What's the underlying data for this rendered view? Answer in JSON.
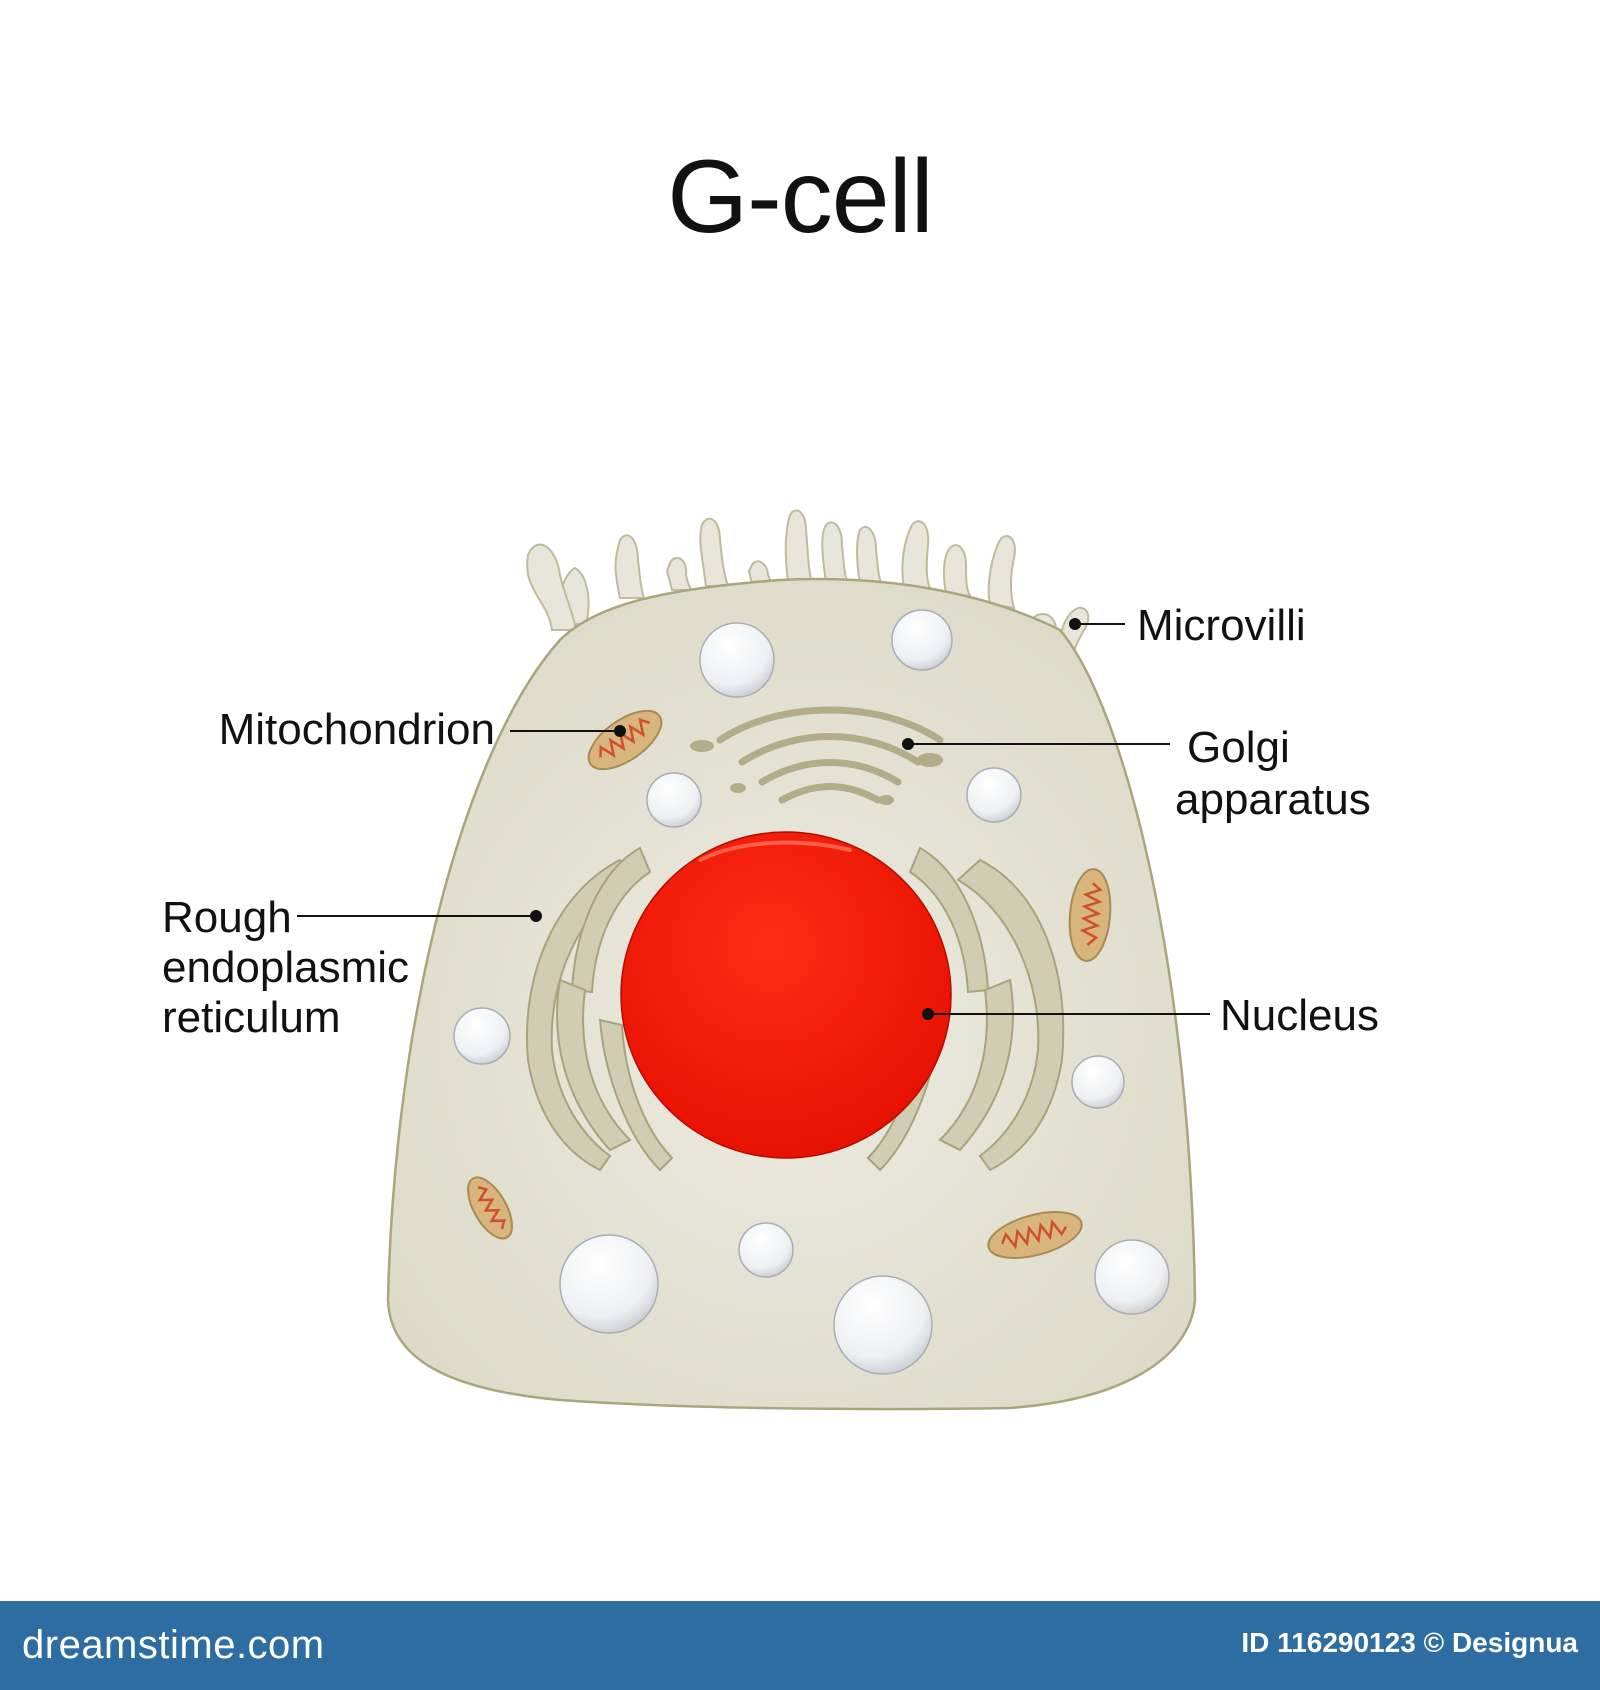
{
  "title": "G-cell",
  "labels": {
    "microvilli": "Microvilli",
    "mitochondrion": "Mitochondrion",
    "golgi_line1": "Golgi",
    "golgi_line2": "apparatus",
    "rer_line1": "Rough",
    "rer_line2": "endoplasmic",
    "rer_line3": "reticulum",
    "nucleus": "Nucleus"
  },
  "footer": {
    "brand": "dreamstime.com",
    "id_text": "ID 116290123 © Designua"
  },
  "colors": {
    "cytoplasm": "#e4e2d4",
    "membrane": "#aaa57f",
    "nucleus": "#ff1a0a",
    "organelle": "#bcb895",
    "mitochondrion": "#d7b57d",
    "footer": "#2d6da1"
  }
}
